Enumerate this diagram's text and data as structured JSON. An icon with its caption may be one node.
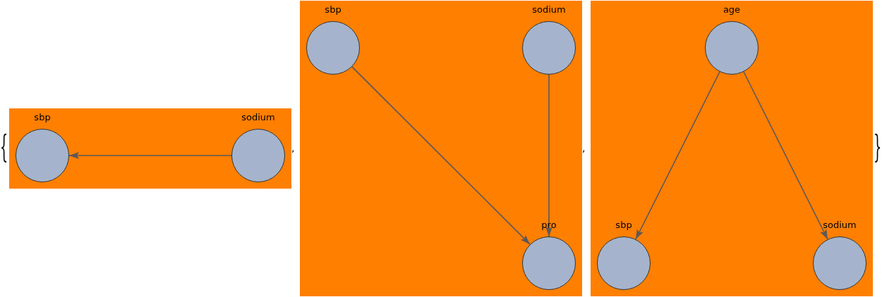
{
  "diagram": {
    "nodes": [
      {
        "text": [],
        "shape": "box"
      },
      {
        "text": [
          "sbp"
        ],
        "in": 0
      },
      {
        "text": [
          "sodium"
        ],
        "in": 0
      },
      {
        "text": [],
        "shape": "box"
      },
      {
        "text": [
          "sbp"
        ],
        "in": 3
      },
      {
        "text": [
          "sodium"
        ],
        "in": 3
      },
      {
        "text": [
          "pro"
        ],
        "in": 3
      },
      {
        "text": [],
        "shape": "box"
      },
      {
        "text": [
          "age"
        ],
        "in": 7
      },
      {
        "text": [
          "sbp"
        ],
        "in": 7
      },
      {
        "text": [
          "sodium"
        ],
        "in": 7
      }
    ],
    "edges": [
      {
        "from": 2,
        "to": 1,
        "arrow": "to"
      },
      {
        "from": 4,
        "to": 6,
        "arrow": "to"
      },
      {
        "from": 5,
        "to": 6,
        "arrow": "to"
      },
      {
        "from": 8,
        "to": 9,
        "arrow": "to"
      },
      {
        "from": 8,
        "to": 10,
        "arrow": "to"
      }
    ],
    "labels": [
      "{",
      ",",
      ",",
      "}"
    ]
  }
}
